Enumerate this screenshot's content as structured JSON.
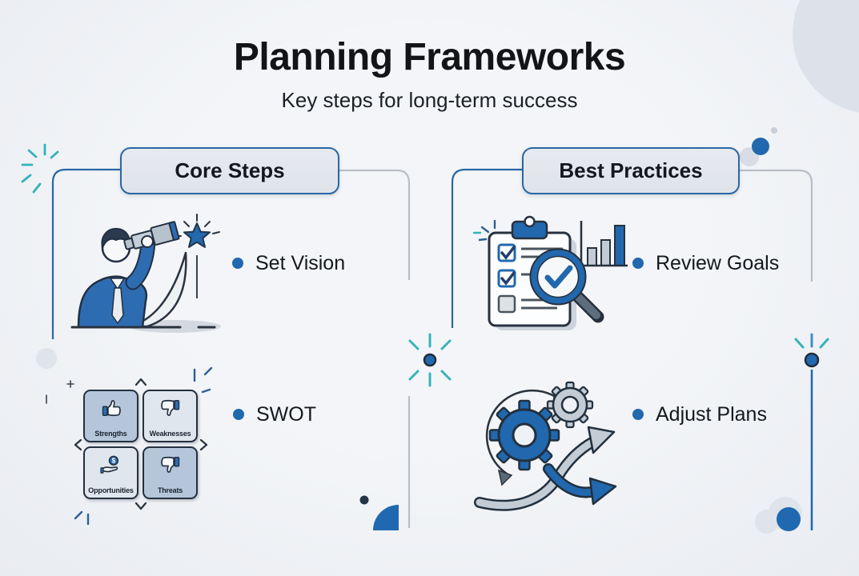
{
  "title": "Planning Frameworks",
  "subtitle": "Key steps for long-term success",
  "columns": {
    "core": {
      "header": "Core Steps",
      "items": [
        {
          "label": "Set Vision",
          "icon": "person-telescope-star-illustration"
        },
        {
          "label": "SWOT",
          "icon": "swot-grid-illustration"
        }
      ]
    },
    "best": {
      "header": "Best Practices",
      "items": [
        {
          "label": "Review Goals",
          "icon": "checklist-magnifier-barchart-illustration"
        },
        {
          "label": "Adjust Plans",
          "icon": "gears-branching-arrows-illustration"
        }
      ]
    }
  },
  "swot": {
    "coin_symbol": "$",
    "cells": [
      {
        "label": "Strengths",
        "icon": "thumbs-up-icon"
      },
      {
        "label": "Weaknesses",
        "icon": "thumbs-down-icon"
      },
      {
        "label": "Opportunities",
        "icon": "hand-coin-icon"
      },
      {
        "label": "Threats",
        "icon": "thumbs-down-icon"
      }
    ]
  },
  "colors": {
    "accent_blue": "#2168ae",
    "teal_sparkle": "#2fb3bb",
    "line_gray": "#b9bfc8",
    "ink": "#15191e",
    "panel_fill": "#e3e7ed",
    "swot_cell_dark": "#b5c6da",
    "swot_cell_light": "#e0e6ed",
    "background": "#eef0f4"
  }
}
